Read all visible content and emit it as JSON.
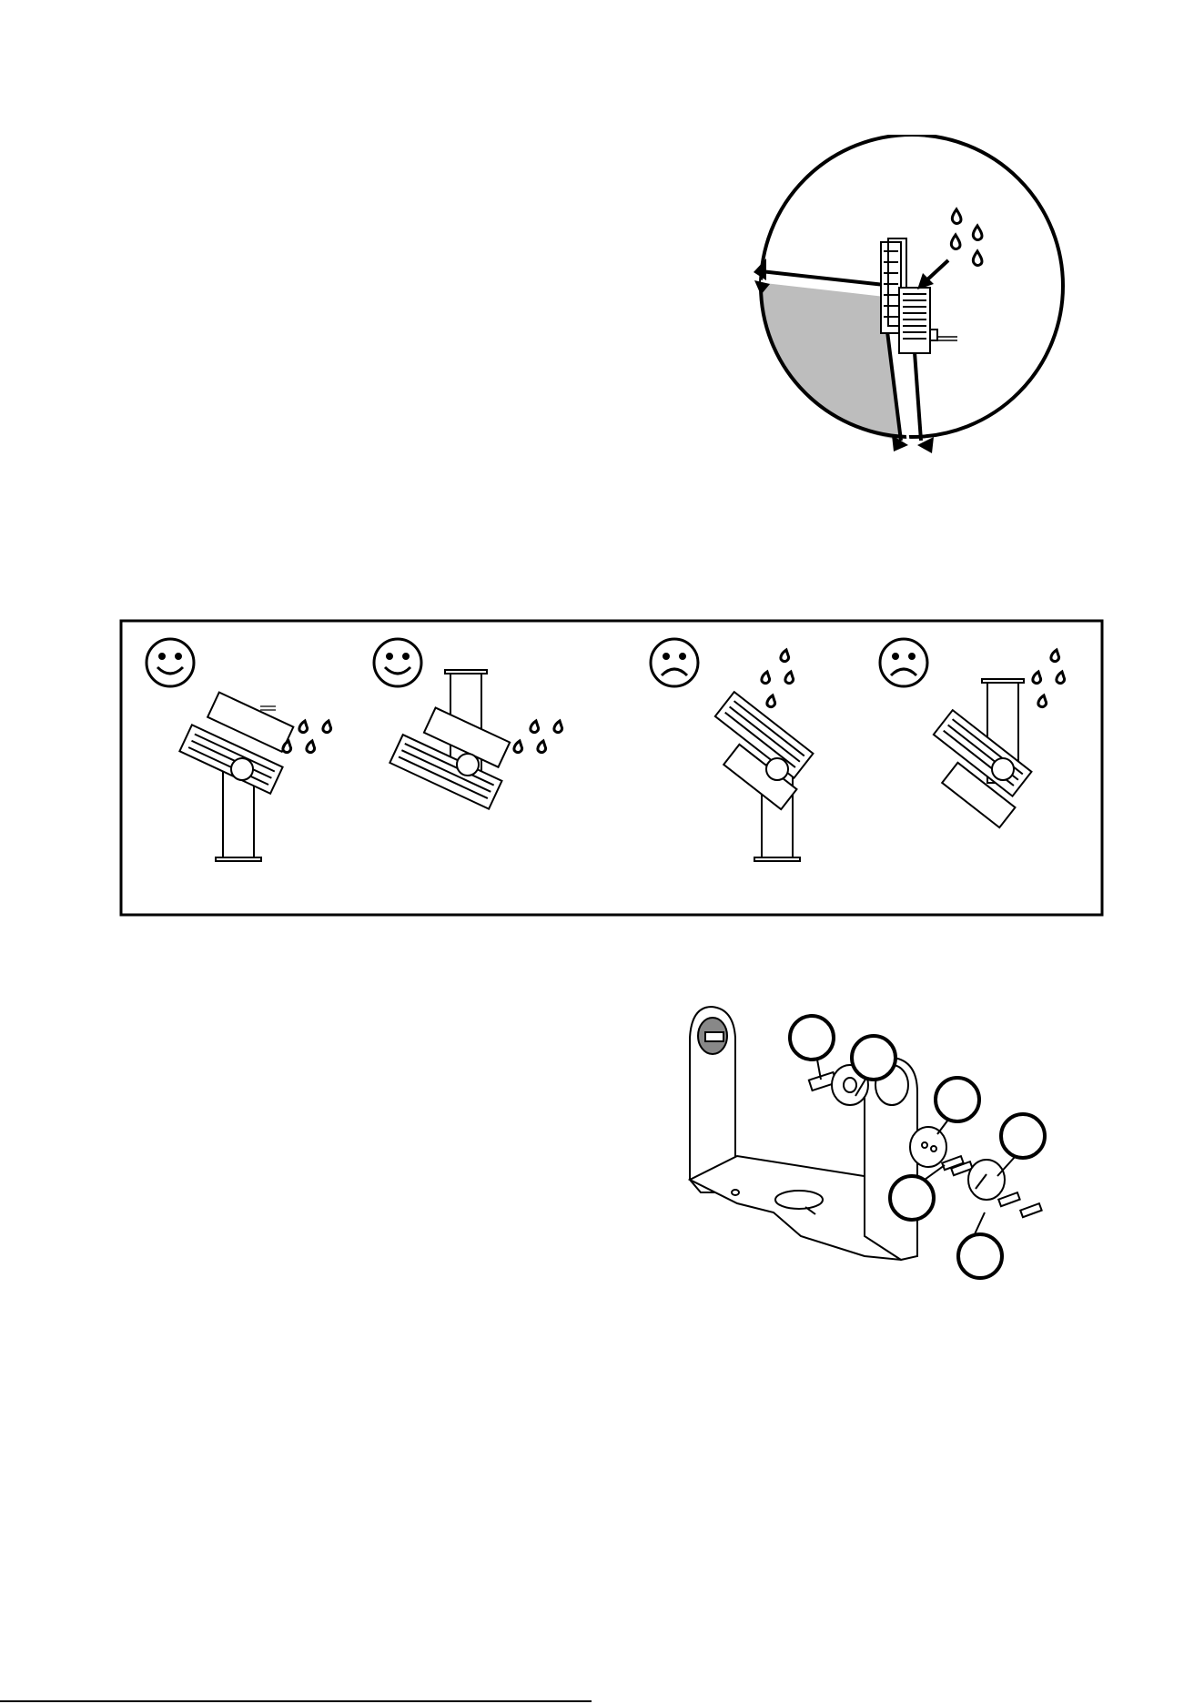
{
  "page": {
    "background": "#ffffff",
    "ink": "#000000",
    "shade": "#bdbdbd"
  },
  "figures": {
    "angle_diagram": {
      "name": "mounting-angle-circle",
      "icons": [
        "water-drop-icon",
        "arrow-icon",
        "luminaire-icon"
      ]
    },
    "orientation_panel": {
      "panels": [
        {
          "id": "p1",
          "face": "smile",
          "icon": "smiley-face-icon"
        },
        {
          "id": "p2",
          "face": "smile",
          "icon": "smiley-face-icon"
        },
        {
          "id": "p3",
          "face": "frown",
          "icon": "sad-face-icon"
        },
        {
          "id": "p4",
          "face": "frown",
          "icon": "sad-face-icon"
        }
      ]
    },
    "bracket_diagram": {
      "name": "u-bracket-exploded-view",
      "callouts": 6
    }
  },
  "footer": {
    "text": ""
  }
}
